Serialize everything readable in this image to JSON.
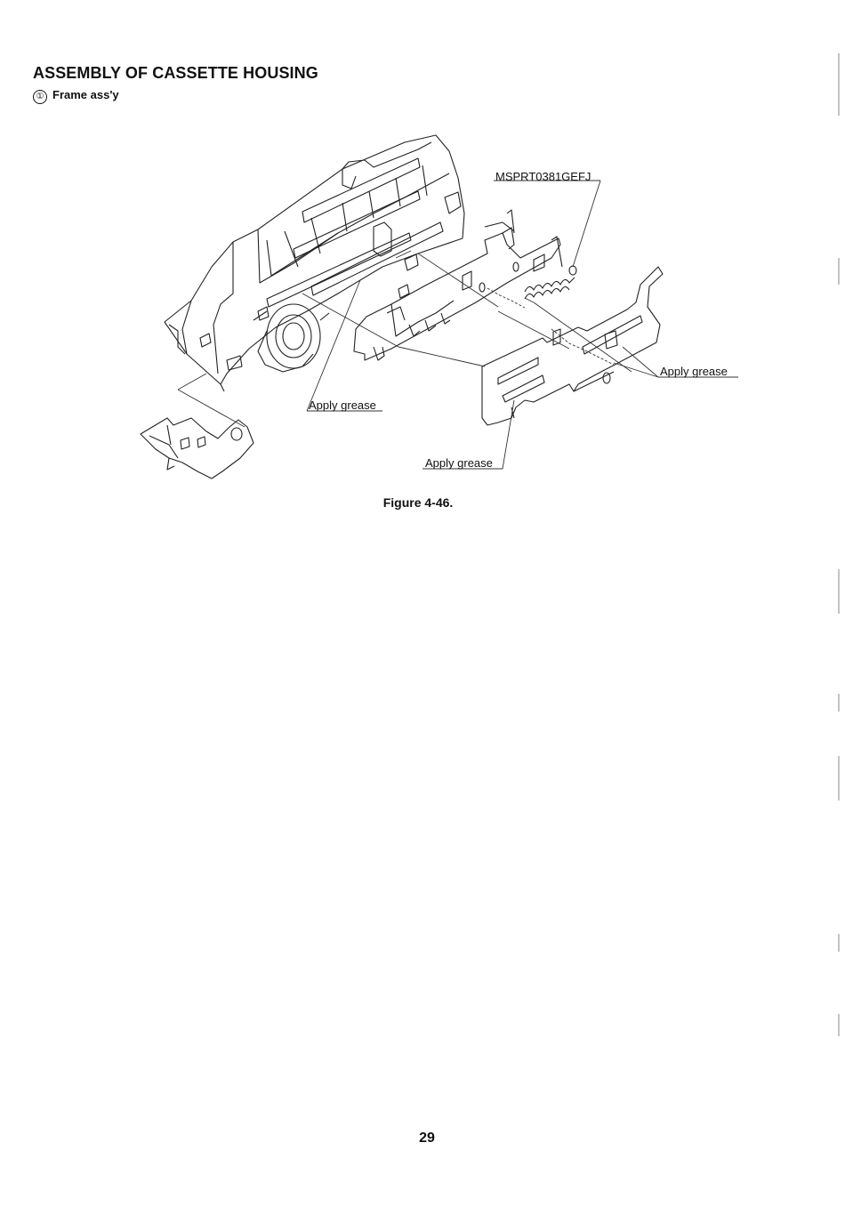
{
  "header": {
    "title": "ASSEMBLY OF CASSETTE HOUSING",
    "step_number": "①",
    "step_label": "Frame ass'y"
  },
  "figure": {
    "callouts": {
      "part_number": "MSPRT0381GEFJ",
      "grease_right": "Apply grease",
      "grease_left": "Apply grease",
      "grease_bottom": "Apply grease"
    },
    "caption": "Figure 4-46."
  },
  "footer": {
    "page_number": "29"
  }
}
